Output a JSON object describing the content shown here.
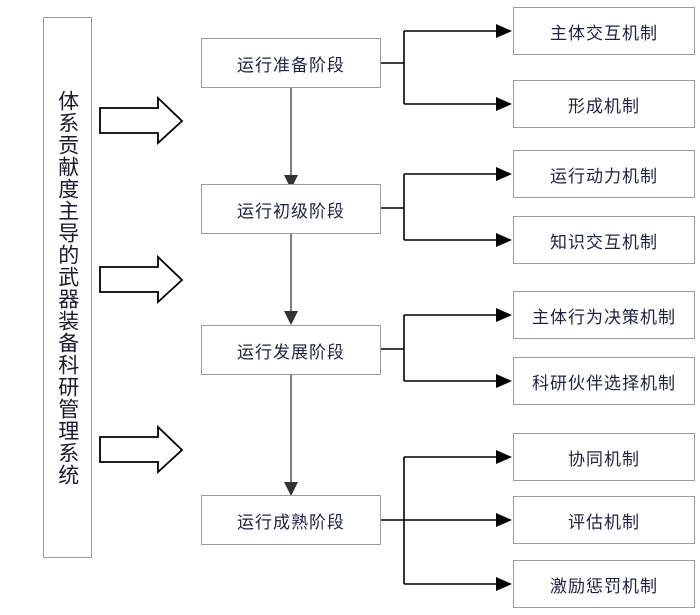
{
  "diagram": {
    "title_panel": {
      "label": "体系贡献度主导的武器装备科研管理系统"
    },
    "stages": [
      {
        "label": "运行准备阶段"
      },
      {
        "label": "运行初级阶段"
      },
      {
        "label": "运行发展阶段"
      },
      {
        "label": "运行成熟阶段"
      }
    ],
    "mechanisms": [
      {
        "label": "主体交互机制"
      },
      {
        "label": "形成机制"
      },
      {
        "label": "运行动力机制"
      },
      {
        "label": "知识交互机制"
      },
      {
        "label": "主体行为决策机制"
      },
      {
        "label": "科研伙伴选择机制"
      },
      {
        "label": "协同机制"
      },
      {
        "label": "评估机制"
      },
      {
        "label": "激励惩罚机制"
      }
    ],
    "colors": {
      "box_border": "#9a9a9a",
      "text": "#1c2340",
      "connector_dark": "#000000",
      "connector_grey": "#6f6f6f",
      "background": "#ffffff"
    }
  }
}
